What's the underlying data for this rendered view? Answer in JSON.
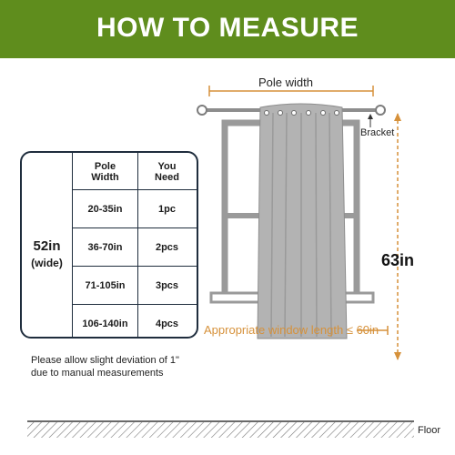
{
  "banner": {
    "title": "HOW TO MEASURE"
  },
  "size_table": {
    "curtain_width": "52in",
    "curtain_width_note": "(wide)",
    "headers": {
      "pole_width": [
        "Pole",
        "Width"
      ],
      "you_need": [
        "You",
        "Need"
      ]
    },
    "rows": [
      {
        "pole_width": "20-35in",
        "you_need": "1pc"
      },
      {
        "pole_width": "36-70in",
        "you_need": "2pcs"
      },
      {
        "pole_width": "71-105in",
        "you_need": "3pcs"
      },
      {
        "pole_width": "106-140in",
        "you_need": "4pcs"
      }
    ]
  },
  "note": {
    "line1": "Please allow slight deviation of 1\"",
    "line2": "due to manual measurements"
  },
  "diagram": {
    "pole_width_label": "Pole width",
    "bracket_label": "Bracket",
    "height_label": "63in",
    "window_length_label": "Appropriate window length ≤ 60in",
    "floor_label": "Floor"
  },
  "colors": {
    "banner": "#5f8d1d",
    "measure_line": "#d6913a",
    "curtain": "#b3b3b3",
    "table_border": "#1f2d3d"
  }
}
